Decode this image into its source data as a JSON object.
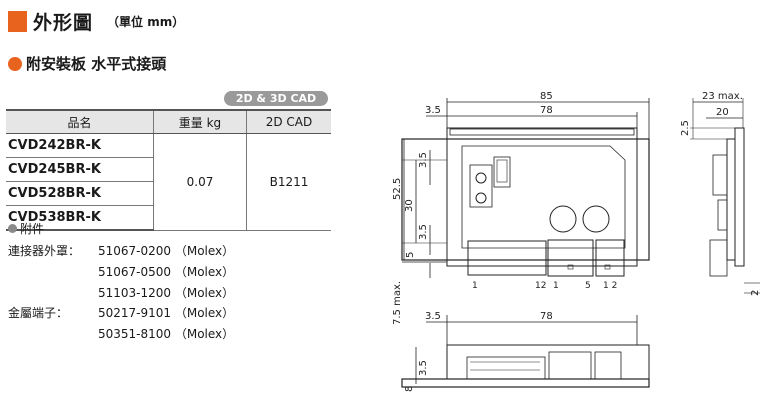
{
  "header": {
    "title": "外形圖",
    "unit": "（單位 mm）",
    "subtitle": "附安裝板 水平式接頭",
    "cad_badge": "2D & 3D CAD"
  },
  "spec_table": {
    "col_name": "品名",
    "col_weight": "重量 kg",
    "col_cad": "2D CAD",
    "models": [
      "CVD242BR-K",
      "CVD245BR-K",
      "CVD528BR-K",
      "CVD538BR-K"
    ],
    "weight": "0.07",
    "cad": "B1211"
  },
  "accessories": {
    "heading": "附件",
    "items": [
      {
        "label": "連接器外罩：",
        "part": "51067-0200 （Molex）"
      },
      {
        "label": "",
        "part": "51067-0500 （Molex）"
      },
      {
        "label": "",
        "part": "51103-1200 （Molex）"
      },
      {
        "label": "金屬端子：",
        "part": "50217-9101 （Molex）"
      },
      {
        "label": "",
        "part": "50351-8100 （Molex）"
      }
    ]
  },
  "drawing": {
    "dim_85": "85",
    "dim_78": "78",
    "dim_3_5": "3.5",
    "dim_23max": "23 max.",
    "dim_20": "20",
    "dim_2_5": "2.5",
    "dim_52_5": "52.5",
    "dim_30": "30",
    "dim_5": "5",
    "dim_2": "2",
    "dim_7_5max": "7.5 max.",
    "dim_8": "8",
    "pin_1": "1",
    "pin_12": "12",
    "pin_5": "5",
    "pin_12b": "1 2"
  }
}
